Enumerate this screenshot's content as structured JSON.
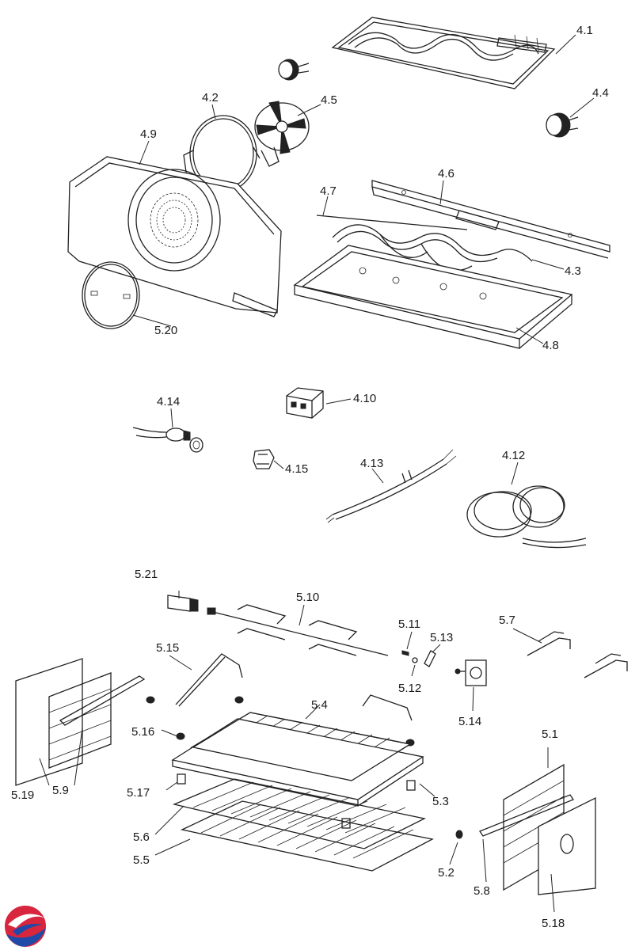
{
  "labels": {
    "l4_1": "4.1",
    "l4_2": "4.2",
    "l4_3": "4.3",
    "l4_4": "4.4",
    "l4_5": "4.5",
    "l4_6": "4.6",
    "l4_7": "4.7",
    "l4_8": "4.8",
    "l4_9": "4.9",
    "l4_10": "4.10",
    "l4_12": "4.12",
    "l4_13": "4.13",
    "l4_14": "4.14",
    "l4_15": "4.15",
    "l5_1": "5.1",
    "l5_2": "5.2",
    "l5_3": "5.3",
    "l5_4": "5.4",
    "l5_5": "5.5",
    "l5_6": "5.6",
    "l5_7": "5.7",
    "l5_8": "5.8",
    "l5_9": "5.9",
    "l5_10": "5.10",
    "l5_11": "5.11",
    "l5_12": "5.12",
    "l5_13": "5.13",
    "l5_14": "5.14",
    "l5_15": "5.15",
    "l5_16": "5.16",
    "l5_17": "5.17",
    "l5_18": "5.18",
    "l5_19": "5.19",
    "l5_20": "5.20",
    "l5_21": "5.21"
  },
  "logo": {
    "icon": "brand-swirl-logo",
    "colors": [
      "#d7263d",
      "#1f4aa8"
    ]
  }
}
